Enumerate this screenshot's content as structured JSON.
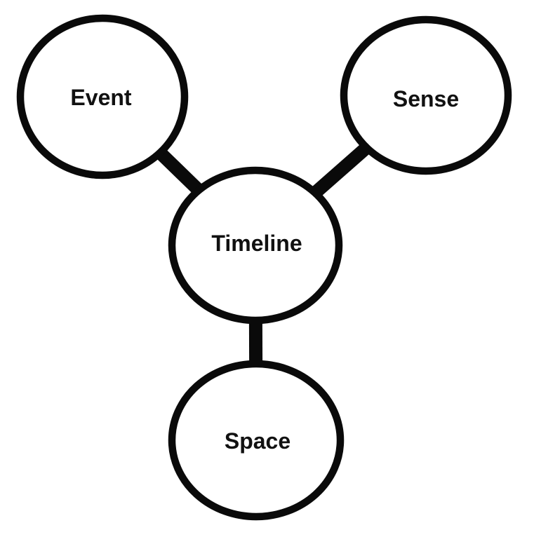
{
  "diagram": {
    "type": "node-link-diagram",
    "colors": {
      "background": "#ffffff",
      "edge": "#0a0a0a",
      "node_border": "#0a0a0a",
      "node_fill": "#ffffff",
      "label_text": "#111111"
    },
    "nodes": {
      "timeline": {
        "label": "Timeline"
      },
      "event": {
        "label": "Event"
      },
      "sense": {
        "label": "Sense"
      },
      "space": {
        "label": "Space"
      }
    },
    "edges": [
      {
        "from": "Timeline",
        "to": "Event"
      },
      {
        "from": "Timeline",
        "to": "Sense"
      },
      {
        "from": "Timeline",
        "to": "Space"
      }
    ]
  }
}
